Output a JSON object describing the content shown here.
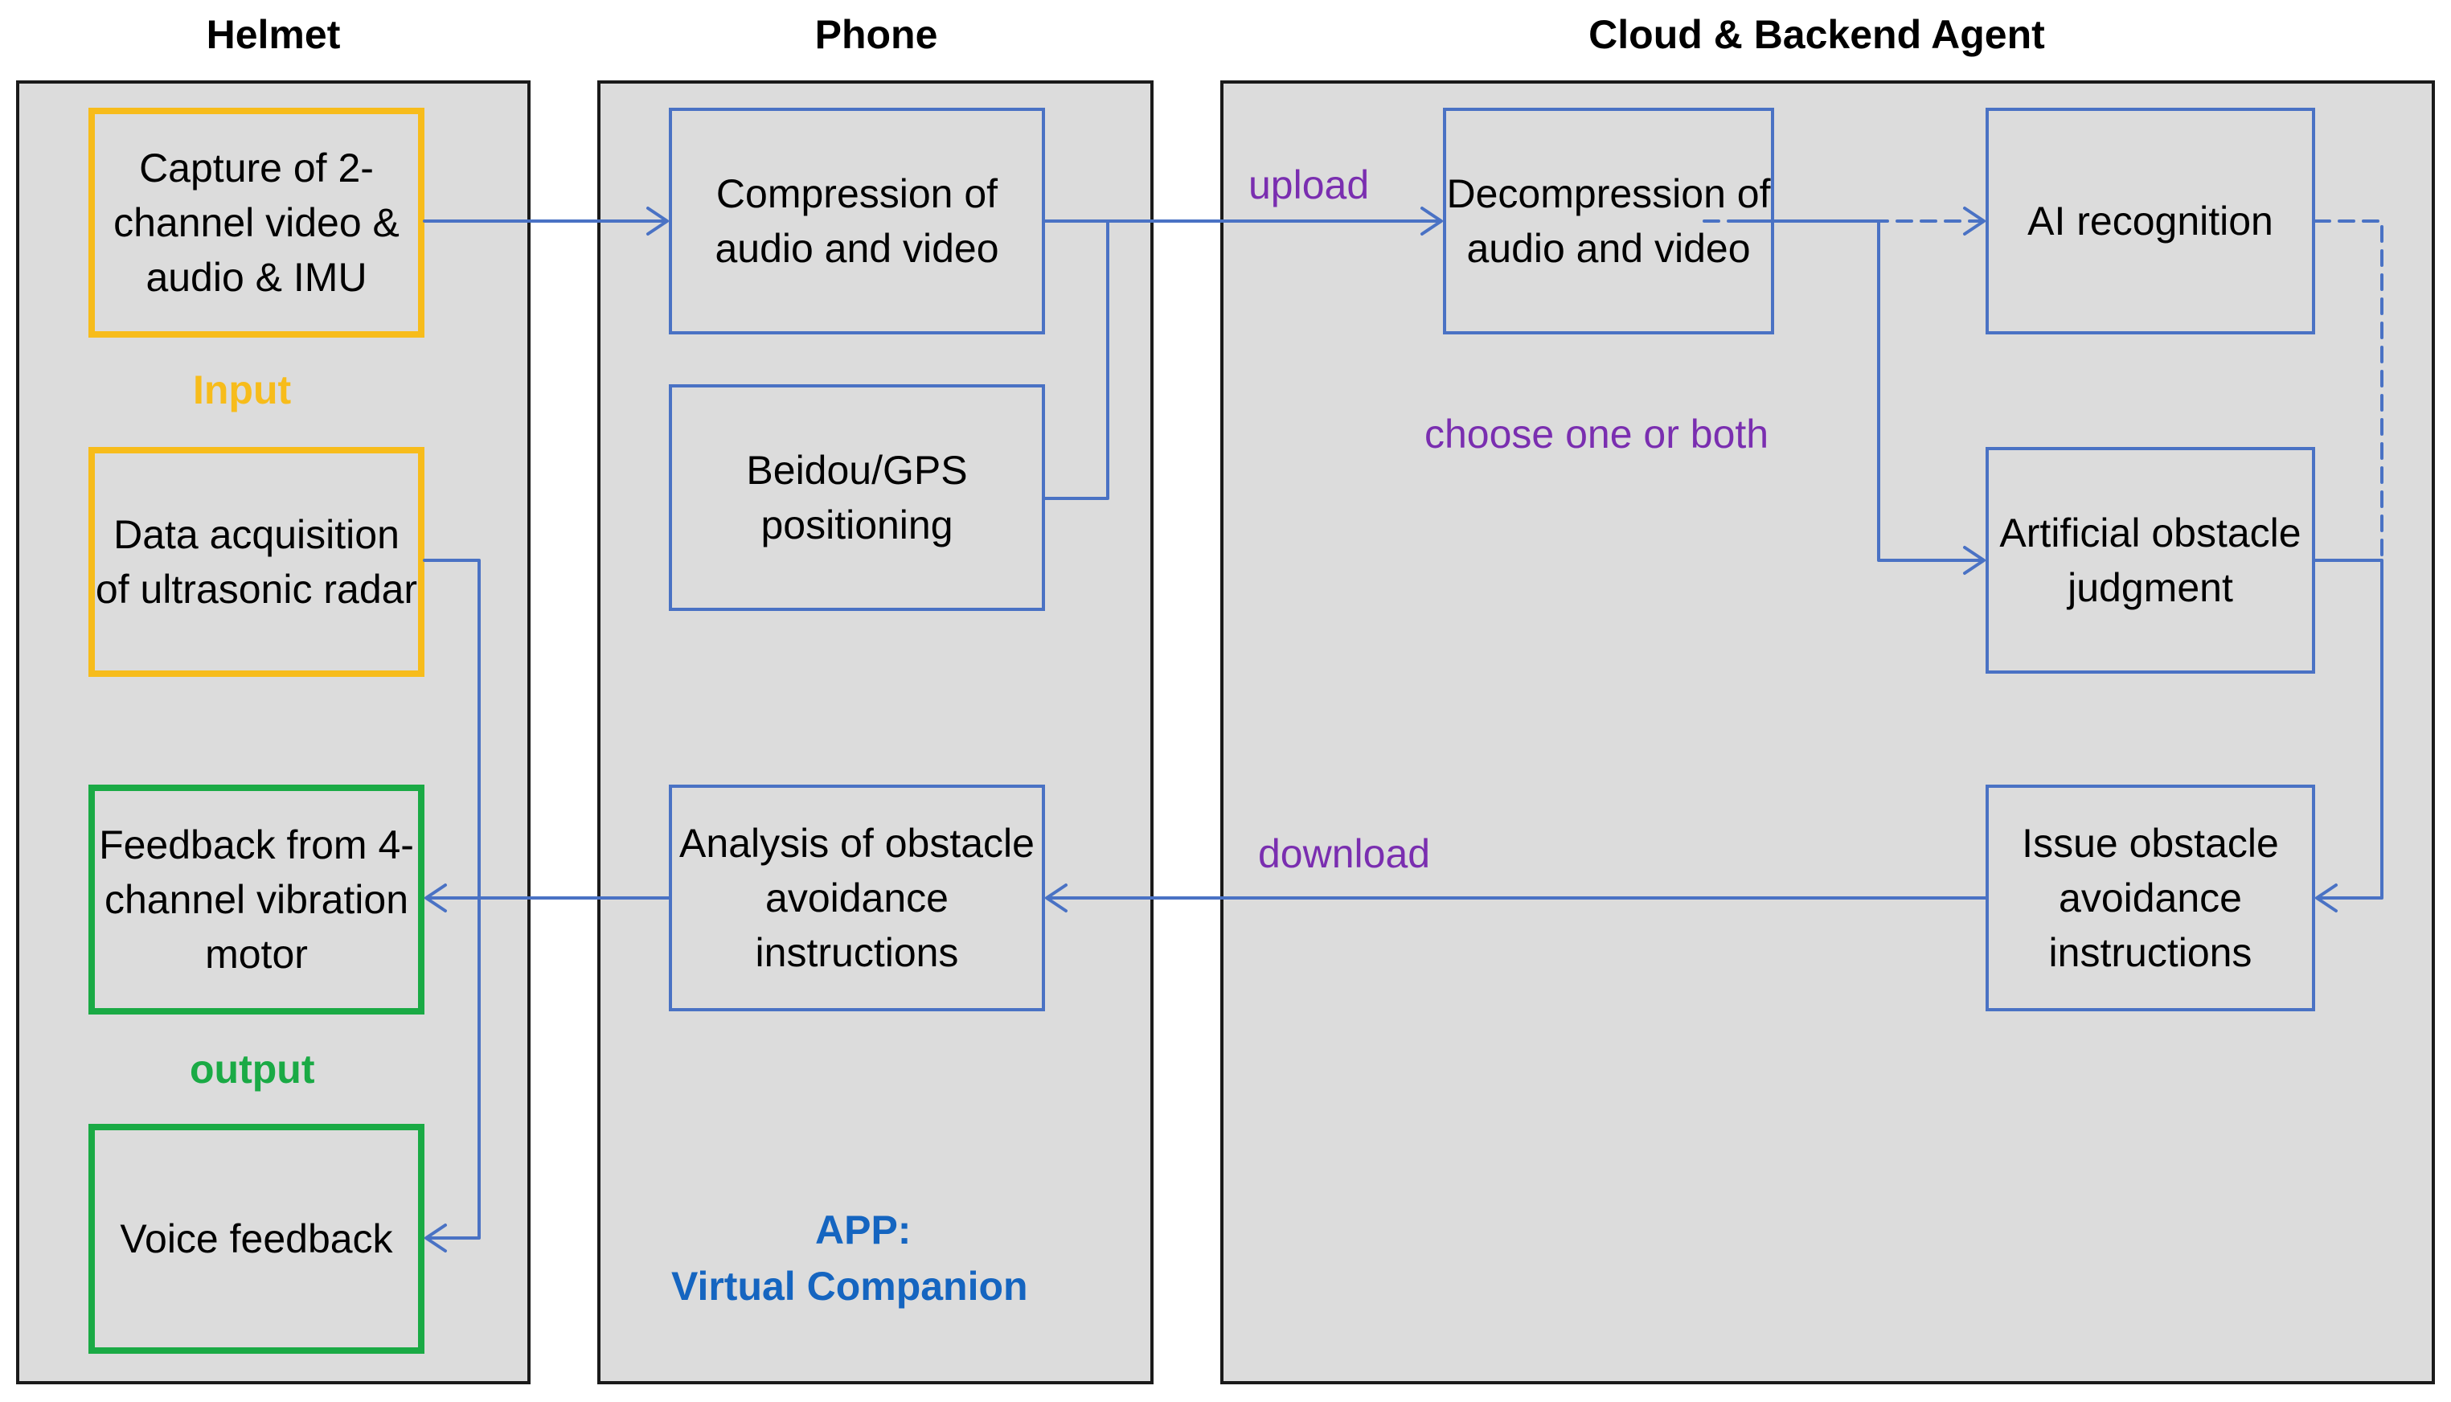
{
  "columns": {
    "helmet": "Helmet",
    "phone": "Phone",
    "cloud": "Cloud & Backend Agent"
  },
  "helmet": {
    "capture": "Capture of 2-channel video & audio & IMU",
    "input_label": "Input",
    "ultrasonic": "Data acquisition of ultrasonic radar",
    "vibration": "Feedback from 4-channel vibration motor",
    "output_label": "output",
    "voice": "Voice feedback"
  },
  "phone": {
    "compression": "Compression of audio and video",
    "gps": "Beidou/GPS positioning",
    "analysis": "Analysis of obstacle avoidance instructions",
    "app_line1": "APP:",
    "app_line2": "Virtual Companion"
  },
  "cloud": {
    "decompression": "Decompression of audio and video",
    "ai": "AI recognition",
    "choose": "choose one or both",
    "artificial": "Artificial obstacle judgment",
    "issue": "Issue obstacle avoidance instructions"
  },
  "arrows": {
    "upload": "upload",
    "download": "download"
  },
  "colors": {
    "panel_fill": "#dcdcdc",
    "box_border": "#4a72c4",
    "arrow": "#4a72c4",
    "input": "#f7bc1b",
    "output": "#1aaa45",
    "annotation": "#7a2eb0",
    "app_text": "#1565c0"
  }
}
